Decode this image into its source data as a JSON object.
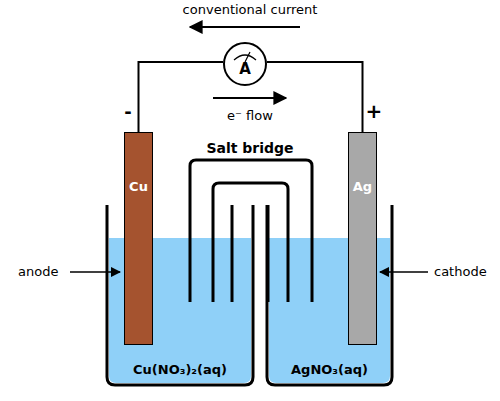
{
  "diagram": {
    "nodes": [
      {
        "text": [
          "A"
        ]
      },
      {
        "text": [
          "Cu"
        ]
      },
      {
        "text": [
          "Ag"
        ]
      },
      {
        "text": [
          "Cu(NO₃)₂(aq)"
        ]
      },
      {
        "text": [
          "AgNO₃(aq)"
        ]
      }
    ],
    "edges": [
      {
        "from": 1,
        "to": 0,
        "arrow": "none"
      },
      {
        "from": 0,
        "to": 2,
        "arrow": "none"
      }
    ],
    "labels": [
      "conventional current",
      "e⁻ flow",
      "-",
      "+",
      "Salt bridge",
      "anode",
      "cathode"
    ]
  }
}
